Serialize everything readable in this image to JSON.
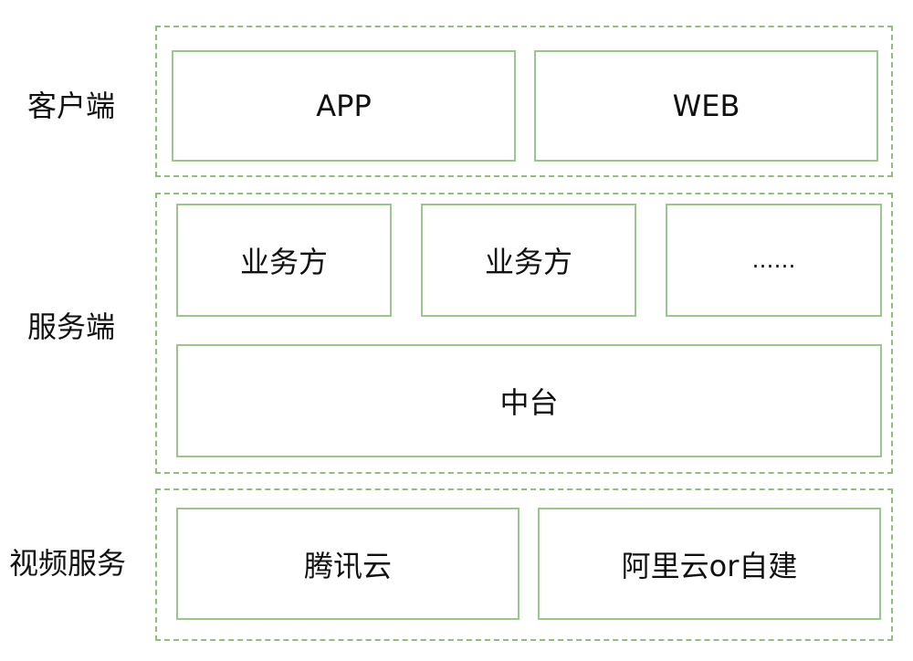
{
  "colors": {
    "layer_border": "#8fbf7a",
    "box_border": "#9cc78c",
    "text": "#111111"
  },
  "layers": {
    "client": {
      "label": "客户端",
      "boxes": [
        "APP",
        "WEB"
      ]
    },
    "server": {
      "label": "服务端",
      "top_boxes": [
        "业务方",
        "业务方",
        "……"
      ],
      "middle_box": "中台"
    },
    "video": {
      "label": "视频服务",
      "boxes": [
        "腾讯云",
        "阿里云or自建"
      ]
    }
  }
}
